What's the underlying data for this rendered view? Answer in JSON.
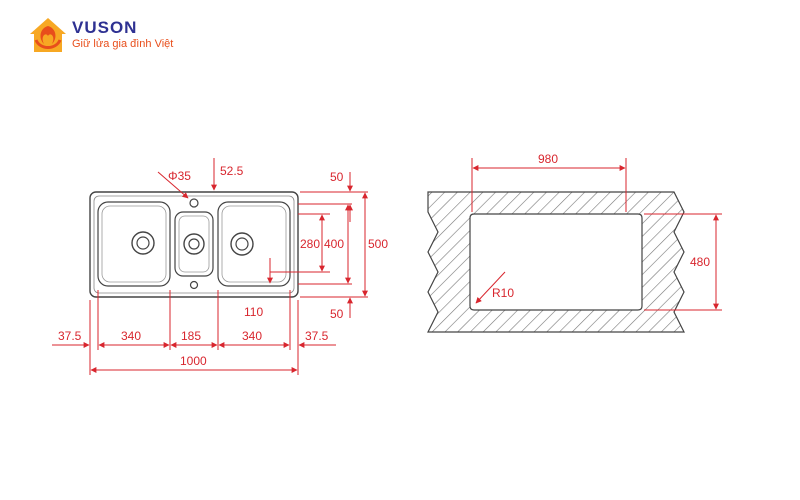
{
  "brand": {
    "name": "VUSON",
    "tagline": "Giữ lửa gia đình Việt",
    "colors": {
      "primary": "#2e3192",
      "accent": "#e84e1b",
      "gold": "#f7a823"
    }
  },
  "sink_drawing": {
    "labels": {
      "hole_diameter": "Φ35",
      "top_offset": "52.5",
      "top_margin": "50",
      "bowl_height": "280",
      "inner_height": "400",
      "total_height": "500",
      "bottom_offset": "110",
      "bottom_margin": "50",
      "edge_left": "37.5",
      "bowl_left_width": "340",
      "middle_width": "185",
      "bowl_right_width": "340",
      "edge_right": "37.5",
      "total_width": "1000"
    }
  },
  "cutout_drawing": {
    "labels": {
      "width": "980",
      "height": "480",
      "radius": "R10"
    }
  },
  "colors": {
    "dimension": "#d8262e",
    "outline": "#444444",
    "hatch": "#777777"
  }
}
